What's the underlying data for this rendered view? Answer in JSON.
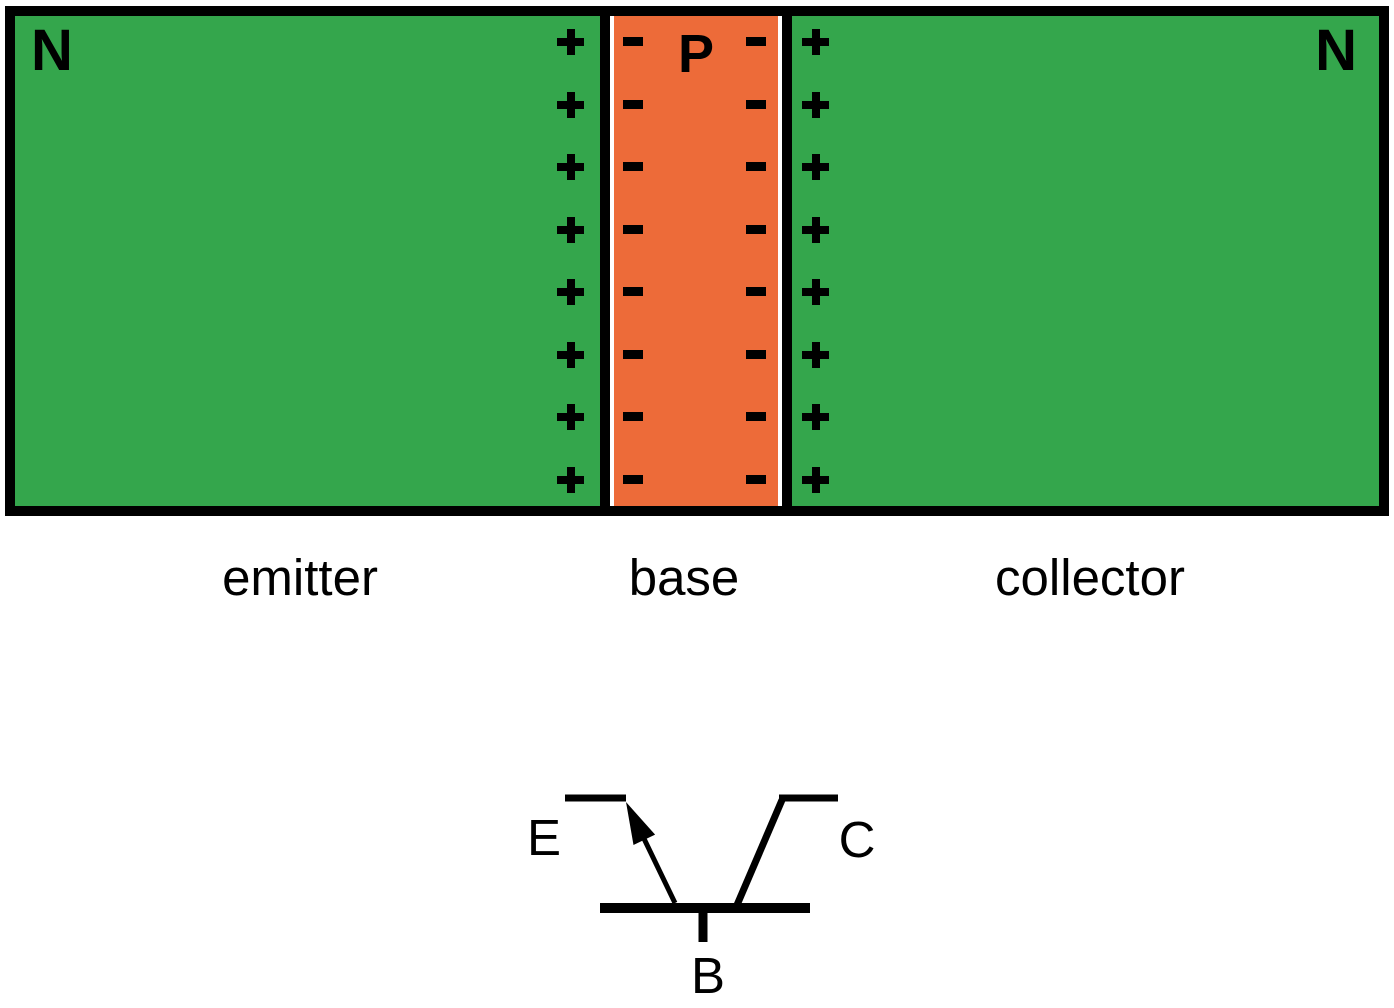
{
  "diagram": {
    "left_region": {
      "label": "N",
      "terminal": "emitter"
    },
    "middle_region": {
      "label": "P",
      "terminal": "base"
    },
    "right_region": {
      "label": "N",
      "terminal": "collector"
    },
    "junction": {
      "rows": 8,
      "plus_symbol": "+",
      "minus_symbol": "-"
    },
    "colors": {
      "n_region": "#34a64c",
      "p_region": "#ed6b39",
      "outline": "#000000",
      "junction_gap": "#ffffff"
    }
  },
  "schematic": {
    "emitter_label": "E",
    "base_label": "B",
    "collector_label": "C"
  }
}
